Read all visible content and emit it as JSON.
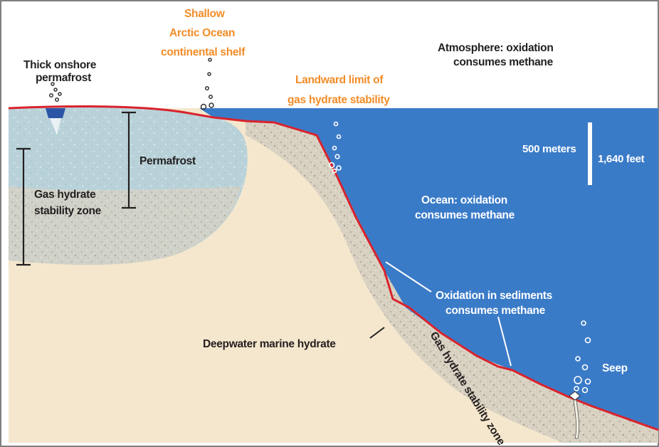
{
  "colors": {
    "ocean": "#3a7bc8",
    "sediment_light": "#f5e7cd",
    "permafrost": "#bcd3da",
    "hydrate_zone": "#d9d3c5",
    "red_line": "#d9232d",
    "label_dark": "#231f20",
    "label_orange": "#f28c28",
    "label_white": "#ffffff"
  },
  "labels": {
    "thick_permafrost_1": "Thick onshore",
    "thick_permafrost_2": "permafrost",
    "shallow_1": "Shallow",
    "shallow_2": "Arctic Ocean",
    "shallow_3": "continental shelf",
    "atmosphere_1": "Atmosphere: oxidation",
    "atmosphere_2": "consumes methane",
    "landward_1": "Landward limit of",
    "landward_2": "gas hydrate stability",
    "permafrost": "Permafrost",
    "ghsz_1": "Gas hydrate",
    "ghsz_2": "stability zone",
    "scale_meters": "500 meters",
    "scale_feet": "1,640 feet",
    "ocean_1": "Ocean: oxidation",
    "ocean_2": "consumes methane",
    "oxidation_1": "Oxidation in sediments",
    "oxidation_2": "consumes methane",
    "deepwater": "Deepwater marine hydrate",
    "curved_zone": "Gas hydrate stability zone",
    "seep": "Seep"
  }
}
